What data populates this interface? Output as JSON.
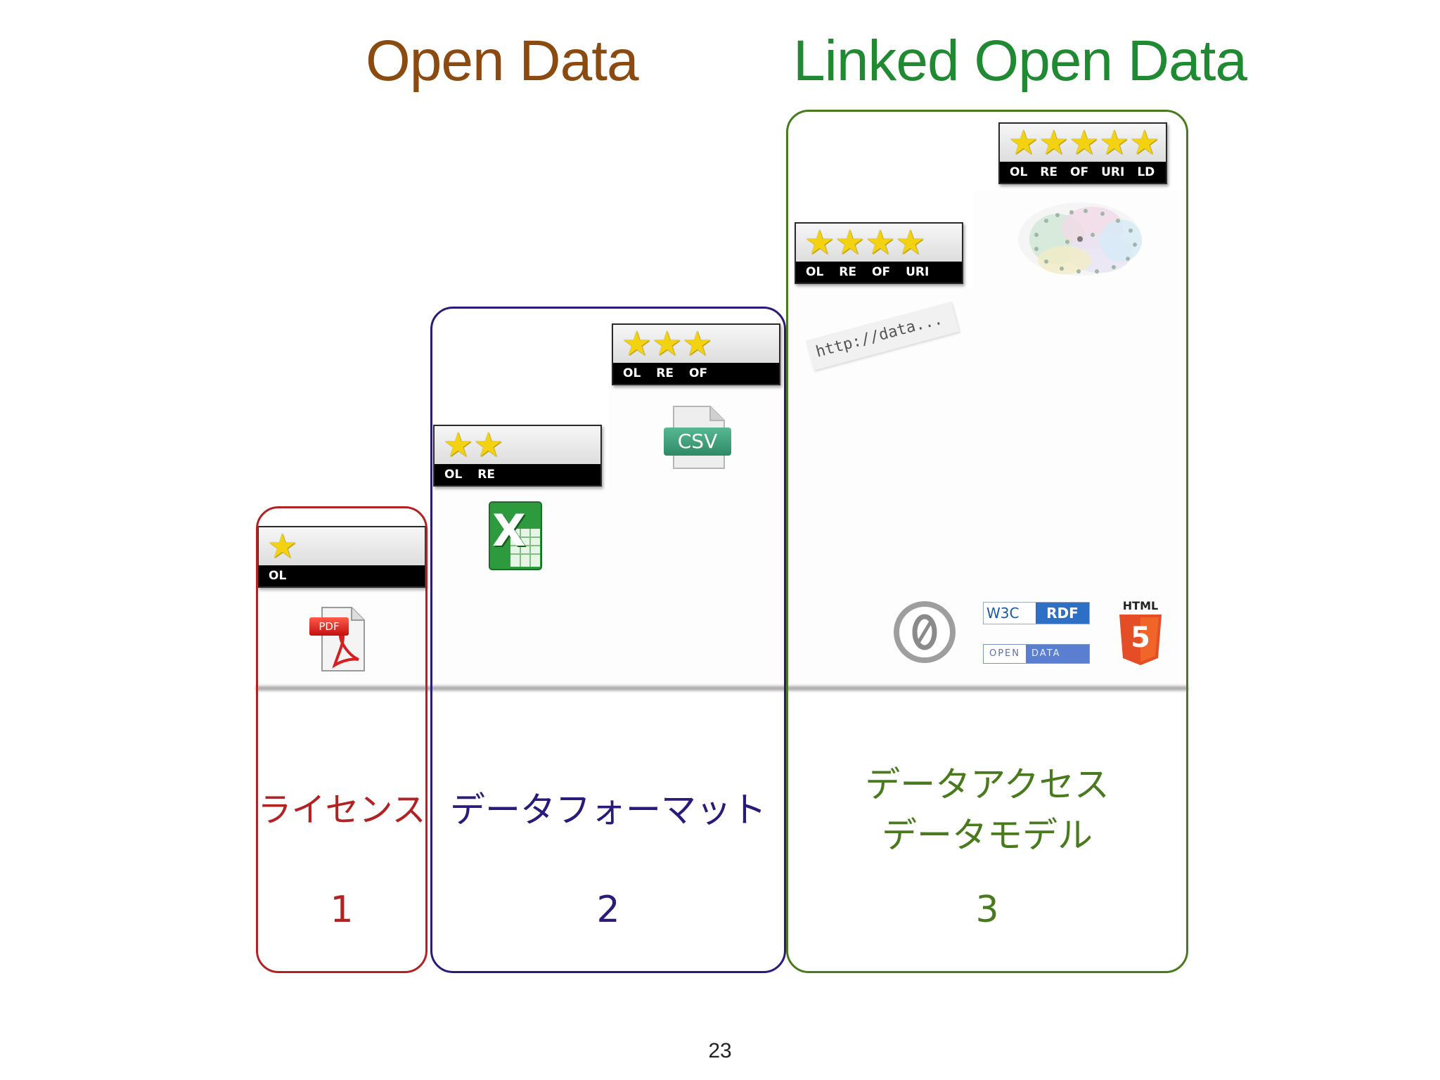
{
  "titles": {
    "open_data": "Open Data",
    "linked_open_data": "Linked Open Data",
    "open_data_color": "#8b4a0f",
    "linked_open_data_color": "#1f8a32"
  },
  "badges": [
    {
      "stars": "★",
      "codes": [
        "OL"
      ]
    },
    {
      "stars": "★★",
      "codes": [
        "OL",
        "RE"
      ]
    },
    {
      "stars": "★★★",
      "codes": [
        "OL",
        "RE",
        "OF"
      ]
    },
    {
      "stars": "★★★★",
      "codes": [
        "OL",
        "RE",
        "OF",
        "URI"
      ]
    },
    {
      "stars": "★★★★★",
      "codes": [
        "OL",
        "RE",
        "OF",
        "URI",
        "LD"
      ]
    }
  ],
  "icons": {
    "pdf": "PDF",
    "csv": "CSV",
    "excel": "X",
    "uri_text": "http://data...",
    "cc0": "0",
    "w3c": "W3C",
    "rdf": "RDF",
    "open": "OPEN",
    "data": "DATA",
    "html": "HTML",
    "html5": "5"
  },
  "groups": [
    {
      "label_line1": "ライセンス",
      "label_line2": "",
      "number": "1",
      "color": "#b22222"
    },
    {
      "label_line1": "データフォーマット",
      "label_line2": "",
      "number": "2",
      "color": "#2b1a7a"
    },
    {
      "label_line1": "データアクセス",
      "label_line2": "データモデル",
      "number": "3",
      "color": "#4a7a1e"
    }
  ],
  "page_number": "23"
}
